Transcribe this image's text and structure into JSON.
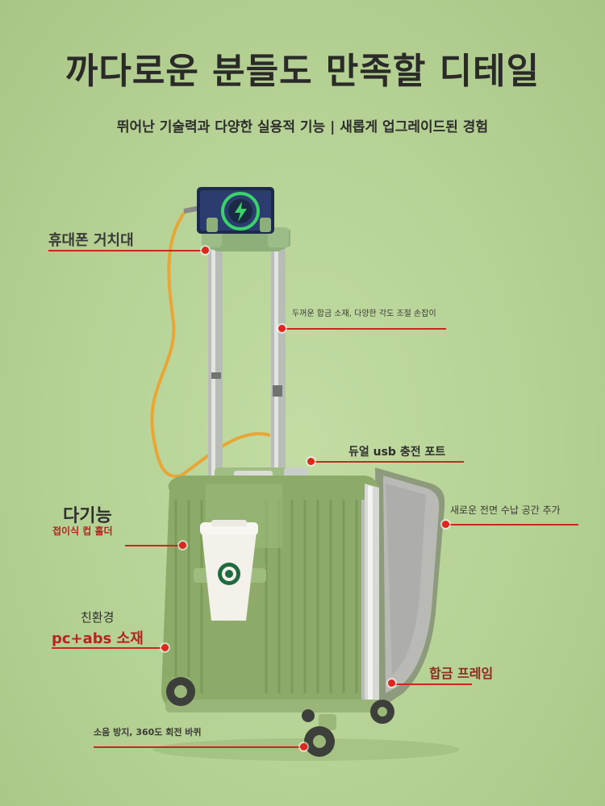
{
  "header": {
    "title": "까다로운 분들도 만족할 디테일",
    "subtitle": "뛰어난 기술력과 다양한 실용적 기능 | 새롭게 업그레이드된 경험"
  },
  "features": {
    "phone_holder": "휴대폰 거치대",
    "handle": "두꺼운 합금 소재, 다양한 각도 조절 손잡이",
    "usb": "듀얼 usb 충전 포트",
    "front_storage": "새로운 전면 수납 공간 추가",
    "multi": "다기능",
    "cup_holder": "접이식 컵 홀더",
    "eco": "친환경",
    "material": "pc+abs 소재",
    "frame": "합금 프레임",
    "wheels": "소음 방지, 360도 회전 바퀴"
  },
  "colors": {
    "background": "#b7d396",
    "suitcase": "#8faa6a",
    "accent_red": "#c8281e"
  }
}
